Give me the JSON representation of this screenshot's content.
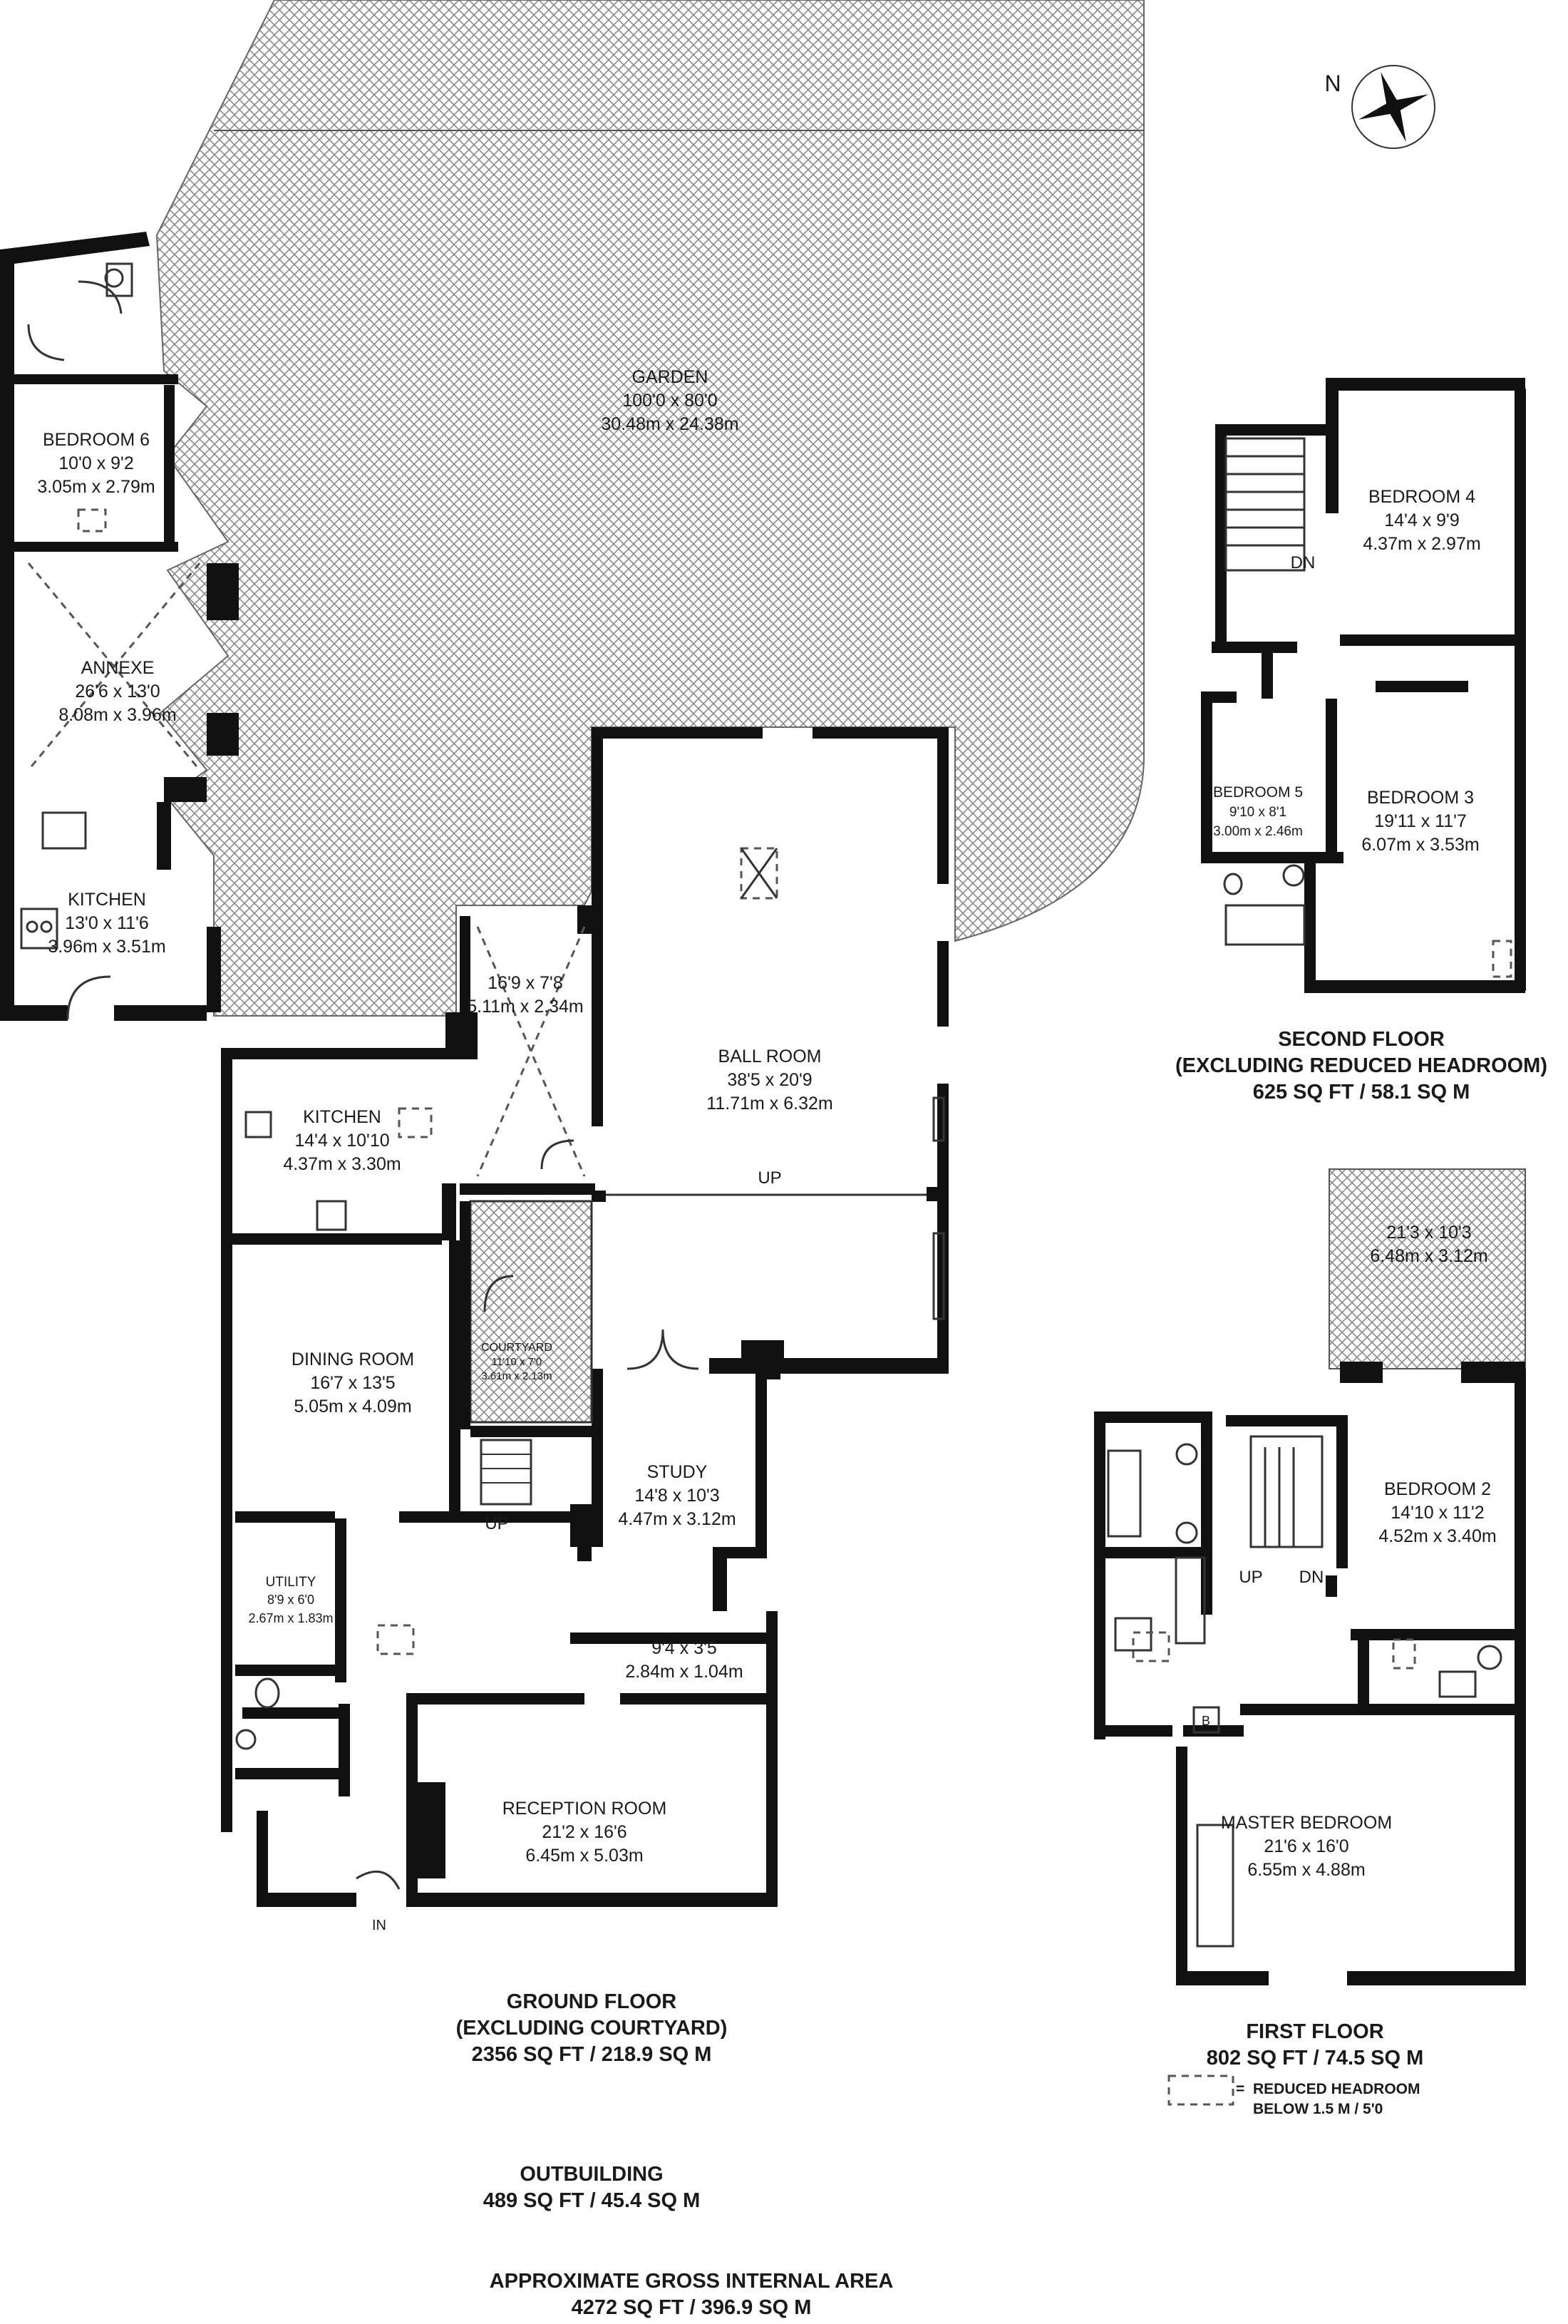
{
  "compass": {
    "label": "N"
  },
  "rooms": {
    "garden": {
      "name": "GARDEN",
      "imperial": "100'0 x 80'0",
      "metric": "30.48m x 24.38m"
    },
    "bedroom6": {
      "name": "BEDROOM 6",
      "imperial": "10'0 x 9'2",
      "metric": "3.05m x 2.79m"
    },
    "annexe": {
      "name": "ANNEXE",
      "imperial": "26'6 x 13'0",
      "metric": "8.08m x 3.96m"
    },
    "annexe_kitchen": {
      "name": "KITCHEN",
      "imperial": "13'0 x 11'6",
      "metric": "3.96m x 3.51m"
    },
    "conservatory": {
      "imperial": "16'9 x 7'8",
      "metric": "5.11m x 2.34m"
    },
    "kitchen": {
      "name": "KITCHEN",
      "imperial": "14'4 x 10'10",
      "metric": "4.37m x 3.30m"
    },
    "ballroom": {
      "name": "BALL ROOM",
      "imperial": "38'5 x 20'9",
      "metric": "11.71m x 6.32m"
    },
    "courtyard": {
      "name": "COURTYARD",
      "imperial": "11'10 x 7'0",
      "metric": "3.61m x 2.13m"
    },
    "dining": {
      "name": "DINING ROOM",
      "imperial": "16'7 x 13'5",
      "metric": "5.05m x 4.09m"
    },
    "study": {
      "name": "STUDY",
      "imperial": "14'8 x 10'3",
      "metric": "4.47m x 3.12m"
    },
    "utility": {
      "name": "UTILITY",
      "imperial": "8'9 x 6'0",
      "metric": "2.67m x 1.83m"
    },
    "store": {
      "imperial": "9'4 x 3'5",
      "metric": "2.84m x 1.04m"
    },
    "reception": {
      "name": "RECEPTION ROOM",
      "imperial": "21'2 x 16'6",
      "metric": "6.45m x 5.03m"
    },
    "bedroom4": {
      "name": "BEDROOM 4",
      "imperial": "14'4 x 9'9",
      "metric": "4.37m x 2.97m"
    },
    "bedroom5": {
      "name": "BEDROOM 5",
      "imperial": "9'10 x 8'1",
      "metric": "3.00m x 2.46m"
    },
    "bedroom3": {
      "name": "BEDROOM 3",
      "imperial": "19'11 x 11'7",
      "metric": "6.07m x 3.53m"
    },
    "terrace": {
      "imperial": "21'3 x 10'3",
      "metric": "6.48m x 3.12m"
    },
    "bedroom2": {
      "name": "BEDROOM 2",
      "imperial": "14'10 x 11'2",
      "metric": "4.52m x 3.40m"
    },
    "master": {
      "name": "MASTER BEDROOM",
      "imperial": "21'6 x 16'0",
      "metric": "6.55m x 4.88m"
    }
  },
  "tags": {
    "up": "UP",
    "dn": "DN",
    "in": "IN",
    "boiler": "B"
  },
  "floors": {
    "second": {
      "title": "SECOND FLOOR",
      "note": "(EXCLUDING REDUCED HEADROOM)",
      "area": "625 SQ FT / 58.1 SQ M"
    },
    "first": {
      "title": "FIRST FLOOR",
      "area": "802 SQ FT / 74.5 SQ M"
    },
    "ground": {
      "title": "GROUND FLOOR",
      "note": "(EXCLUDING COURTYARD)",
      "area": "2356 SQ FT / 218.9 SQ M"
    },
    "outbuilding": {
      "title": "OUTBUILDING",
      "area": "489 SQ FT / 45.4 SQ M"
    },
    "total": {
      "title": "APPROXIMATE GROSS INTERNAL AREA",
      "area": "4272 SQ FT / 396.9 SQ M"
    }
  },
  "legend": {
    "marker": "=",
    "line1": "REDUCED HEADROOM",
    "line2": "BELOW 1.5 M / 5'0"
  }
}
